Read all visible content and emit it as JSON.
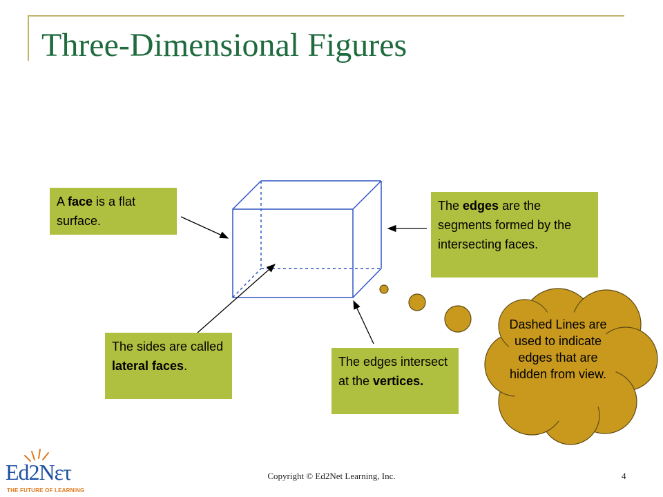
{
  "slide": {
    "title": "Three-Dimensional Figures",
    "footer": "Copyright © Ed2Net Learning, Inc.",
    "page_number": "4"
  },
  "callouts": {
    "face": {
      "pre": "A ",
      "bold": "face",
      "post": "  is a flat surface."
    },
    "edges": {
      "pre": "The ",
      "bold": "edges",
      "post": " are the segments formed by the intersecting faces."
    },
    "lateral": {
      "pre": "The sides are called  ",
      "bold": "lateral faces",
      "post": "."
    },
    "vertices": {
      "pre": "The edges intersect at the ",
      "bold": "vertices.",
      "post": ""
    }
  },
  "thought_cloud": {
    "text": "Dashed Lines are used to indicate edges that are hidden from view."
  },
  "logo": {
    "wordmark": "Ed2Nετ",
    "tagline": "THE FUTURE OF LEARNING"
  },
  "colors": {
    "title": "#1f6b3e",
    "callout_fill": "#afbf3f",
    "cloud_fill": "#c9991e",
    "frame": "#c2b46a",
    "cube_stroke": "#2f55c4"
  }
}
